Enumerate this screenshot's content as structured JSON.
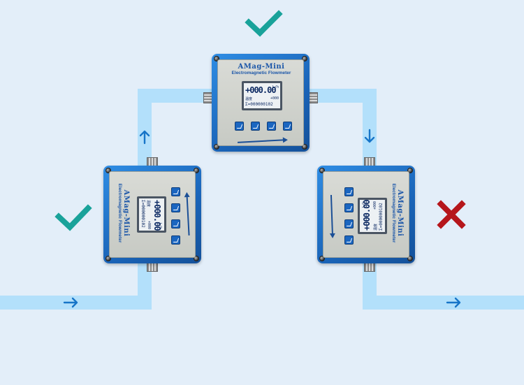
{
  "brand": {
    "name": "AMag-Mini",
    "subtitle": "Electromagnetic Flowmeter"
  },
  "lcd": {
    "main": "+000.00",
    "unit": "L/h",
    "temp_label": "温度",
    "temp_value": "+000",
    "total": "Σ=000000102",
    "total_unit": "L"
  },
  "verdicts": {
    "top": "correct",
    "left": "correct",
    "right": "incorrect"
  },
  "colors": {
    "pipe": "#b3e0fb",
    "arrow": "#1775c8",
    "check": "#19a29a",
    "cross": "#b5161b"
  },
  "icons": {
    "check": "check-icon",
    "cross": "cross-icon",
    "flow_arrow": "arrow-icon"
  }
}
